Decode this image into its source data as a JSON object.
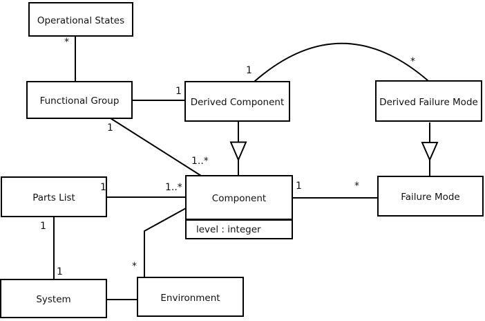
{
  "diagram": {
    "kind": "uml-class-diagram",
    "colors": {
      "background": "#ffffff",
      "line": "#000000",
      "box_fill": "#ffffff",
      "text": "#111111"
    },
    "classes": [
      {
        "name": "Operational States"
      },
      {
        "name": "Functional Group"
      },
      {
        "name": "Derived Component"
      },
      {
        "name": "Derived Failure Mode"
      },
      {
        "name": "Parts List"
      },
      {
        "name": "Component",
        "attributes": [
          "level : integer"
        ]
      },
      {
        "name": "Failure Mode"
      },
      {
        "name": "System"
      },
      {
        "name": "Environment"
      }
    ],
    "relationships": [
      {
        "type": "association",
        "from": "Operational States",
        "to": "Functional Group",
        "from_multiplicity": "*"
      },
      {
        "type": "association",
        "from": "Functional Group",
        "to": "Derived Component",
        "to_multiplicity": "1"
      },
      {
        "type": "association",
        "from": "Functional Group",
        "to": "Component",
        "from_multiplicity": "1",
        "to_multiplicity": "1..*"
      },
      {
        "type": "association",
        "from": "Parts List",
        "to": "Component",
        "from_multiplicity": "1",
        "to_multiplicity": "1..*"
      },
      {
        "type": "association",
        "from": "Component",
        "to": "Failure Mode",
        "from_multiplicity": "1",
        "to_multiplicity": "*"
      },
      {
        "type": "association",
        "from": "Component",
        "to": "Environment",
        "to_multiplicity": "*"
      },
      {
        "type": "association",
        "from": "Parts List",
        "to": "System",
        "from_multiplicity": "1",
        "to_multiplicity": "1"
      },
      {
        "type": "association",
        "from": "System",
        "to": "Environment"
      },
      {
        "type": "association",
        "from": "Derived Component",
        "to": "Derived Failure Mode",
        "from_multiplicity": "1",
        "to_multiplicity": "*",
        "shape": "arc"
      },
      {
        "type": "generalization",
        "from": "Derived Component",
        "to": "Component"
      },
      {
        "type": "generalization",
        "from": "Derived Failure Mode",
        "to": "Failure Mode"
      }
    ],
    "multiplicities": [
      {
        "text": "*",
        "at": "operational-states-end"
      },
      {
        "text": "1",
        "at": "derived-component-end-of-functional-group-link"
      },
      {
        "text": "1",
        "at": "functional-group-end-of-component-link"
      },
      {
        "text": "1..*",
        "at": "component-end-of-functional-group-link"
      },
      {
        "text": "1",
        "at": "parts-list-end-of-component-link"
      },
      {
        "text": "1..*",
        "at": "component-end-of-parts-list-link"
      },
      {
        "text": "1",
        "at": "component-end-of-failure-mode-link"
      },
      {
        "text": "*",
        "at": "failure-mode-end"
      },
      {
        "text": "*",
        "at": "environment-end-of-component-link"
      },
      {
        "text": "1",
        "at": "parts-list-end-of-system-link"
      },
      {
        "text": "1",
        "at": "system-end-of-parts-list-link"
      },
      {
        "text": "1",
        "at": "derived-component-end-of-arc"
      },
      {
        "text": "*",
        "at": "derived-failure-mode-end-of-arc"
      }
    ]
  }
}
